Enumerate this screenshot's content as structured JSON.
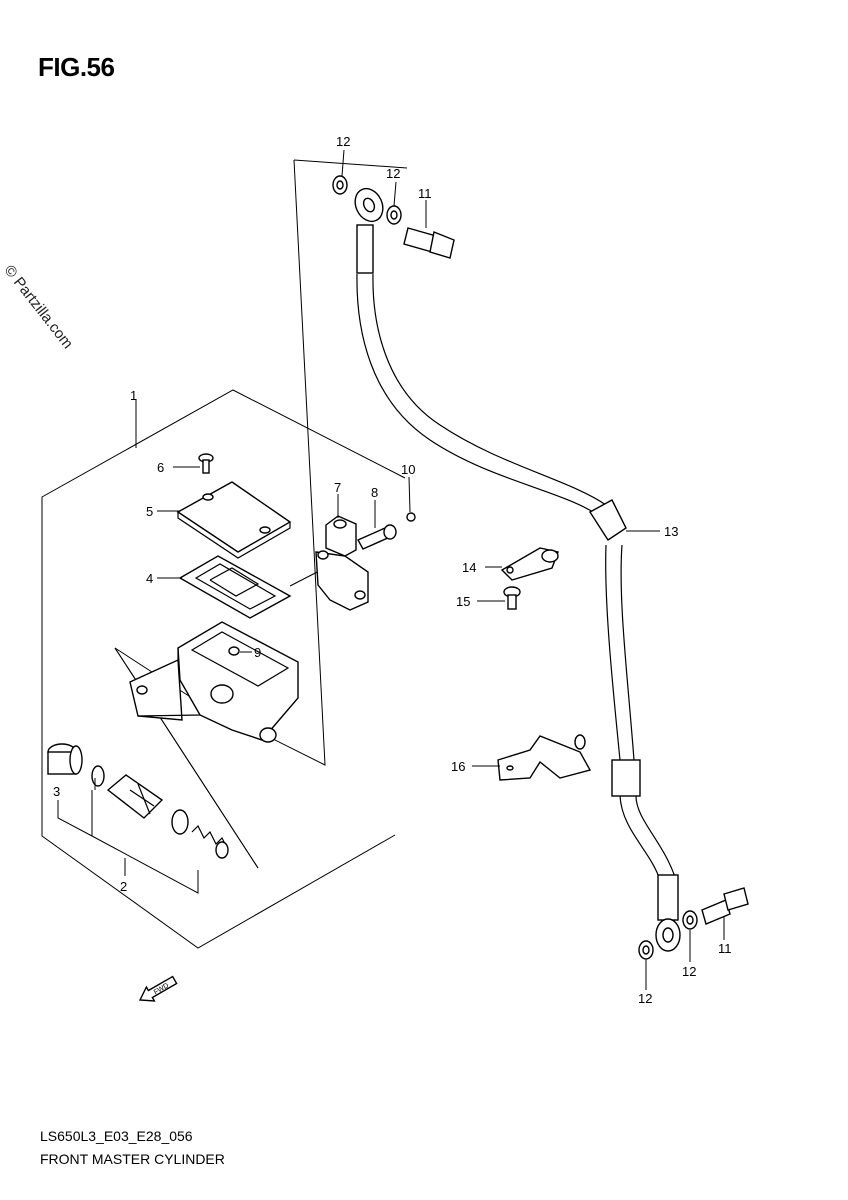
{
  "figure": "FIG.56",
  "watermark": "© Partzilla.com",
  "diagram_code": "LS650L3_E03_E28_056",
  "caption": "FRONT MASTER CYLINDER",
  "callouts": {
    "c1": "1",
    "c2": "2",
    "c3": "3",
    "c4": "4",
    "c5": "5",
    "c6": "6",
    "c7": "7",
    "c8": "8",
    "c9": "9",
    "c10": "10",
    "c11a": "11",
    "c11b": "11",
    "c12a": "12",
    "c12b": "12",
    "c12c": "12",
    "c12d": "12",
    "c13": "13",
    "c14": "14",
    "c15": "15",
    "c16": "16"
  },
  "fwd_arrow": "FWD"
}
